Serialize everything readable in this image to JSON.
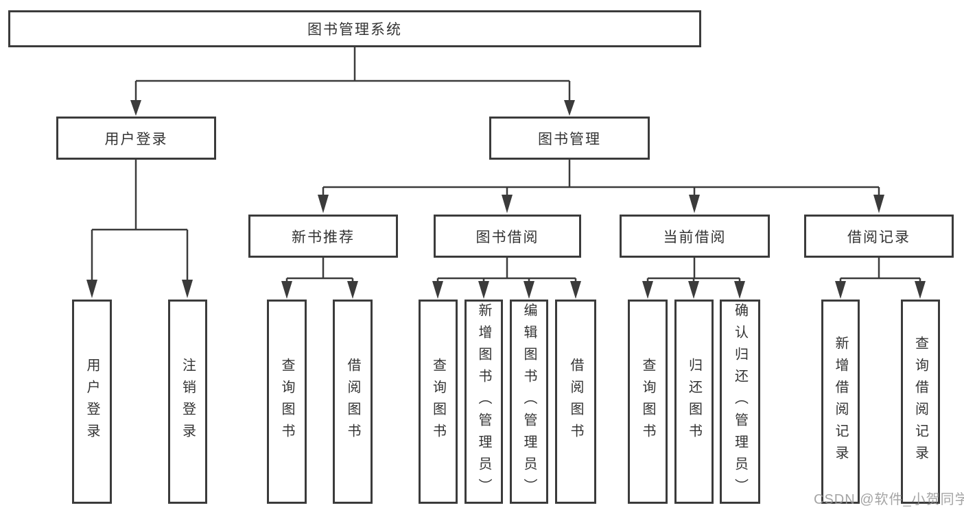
{
  "diagram": {
    "root": {
      "label": "图书管理系统"
    },
    "branches": [
      {
        "label": "用户登录",
        "children": [
          {
            "label": "用户登录"
          },
          {
            "label": "注销登录"
          }
        ]
      },
      {
        "label": "图书管理",
        "children": [
          {
            "label": "新书推荐",
            "children": [
              {
                "label": "查询图书"
              },
              {
                "label": "借阅图书"
              }
            ]
          },
          {
            "label": "图书借阅",
            "children": [
              {
                "label": "查询图书"
              },
              {
                "label": "新增图书（管理员）"
              },
              {
                "label": "编辑图书（管理员）"
              },
              {
                "label": "借阅图书"
              }
            ]
          },
          {
            "label": "当前借阅",
            "children": [
              {
                "label": "查询图书"
              },
              {
                "label": "归还图书"
              },
              {
                "label": "确认归还（管理员）"
              }
            ]
          },
          {
            "label": "借阅记录",
            "children": [
              {
                "label": "新增借阅记录"
              },
              {
                "label": "查询借阅记录"
              }
            ]
          }
        ]
      }
    ],
    "colors": {
      "line": "#3b3b3b",
      "text": "#333333",
      "box_background": "#ffffff",
      "watermark": "#949494"
    }
  },
  "watermark": {
    "text": "CSDN @软件_小贺同学"
  }
}
